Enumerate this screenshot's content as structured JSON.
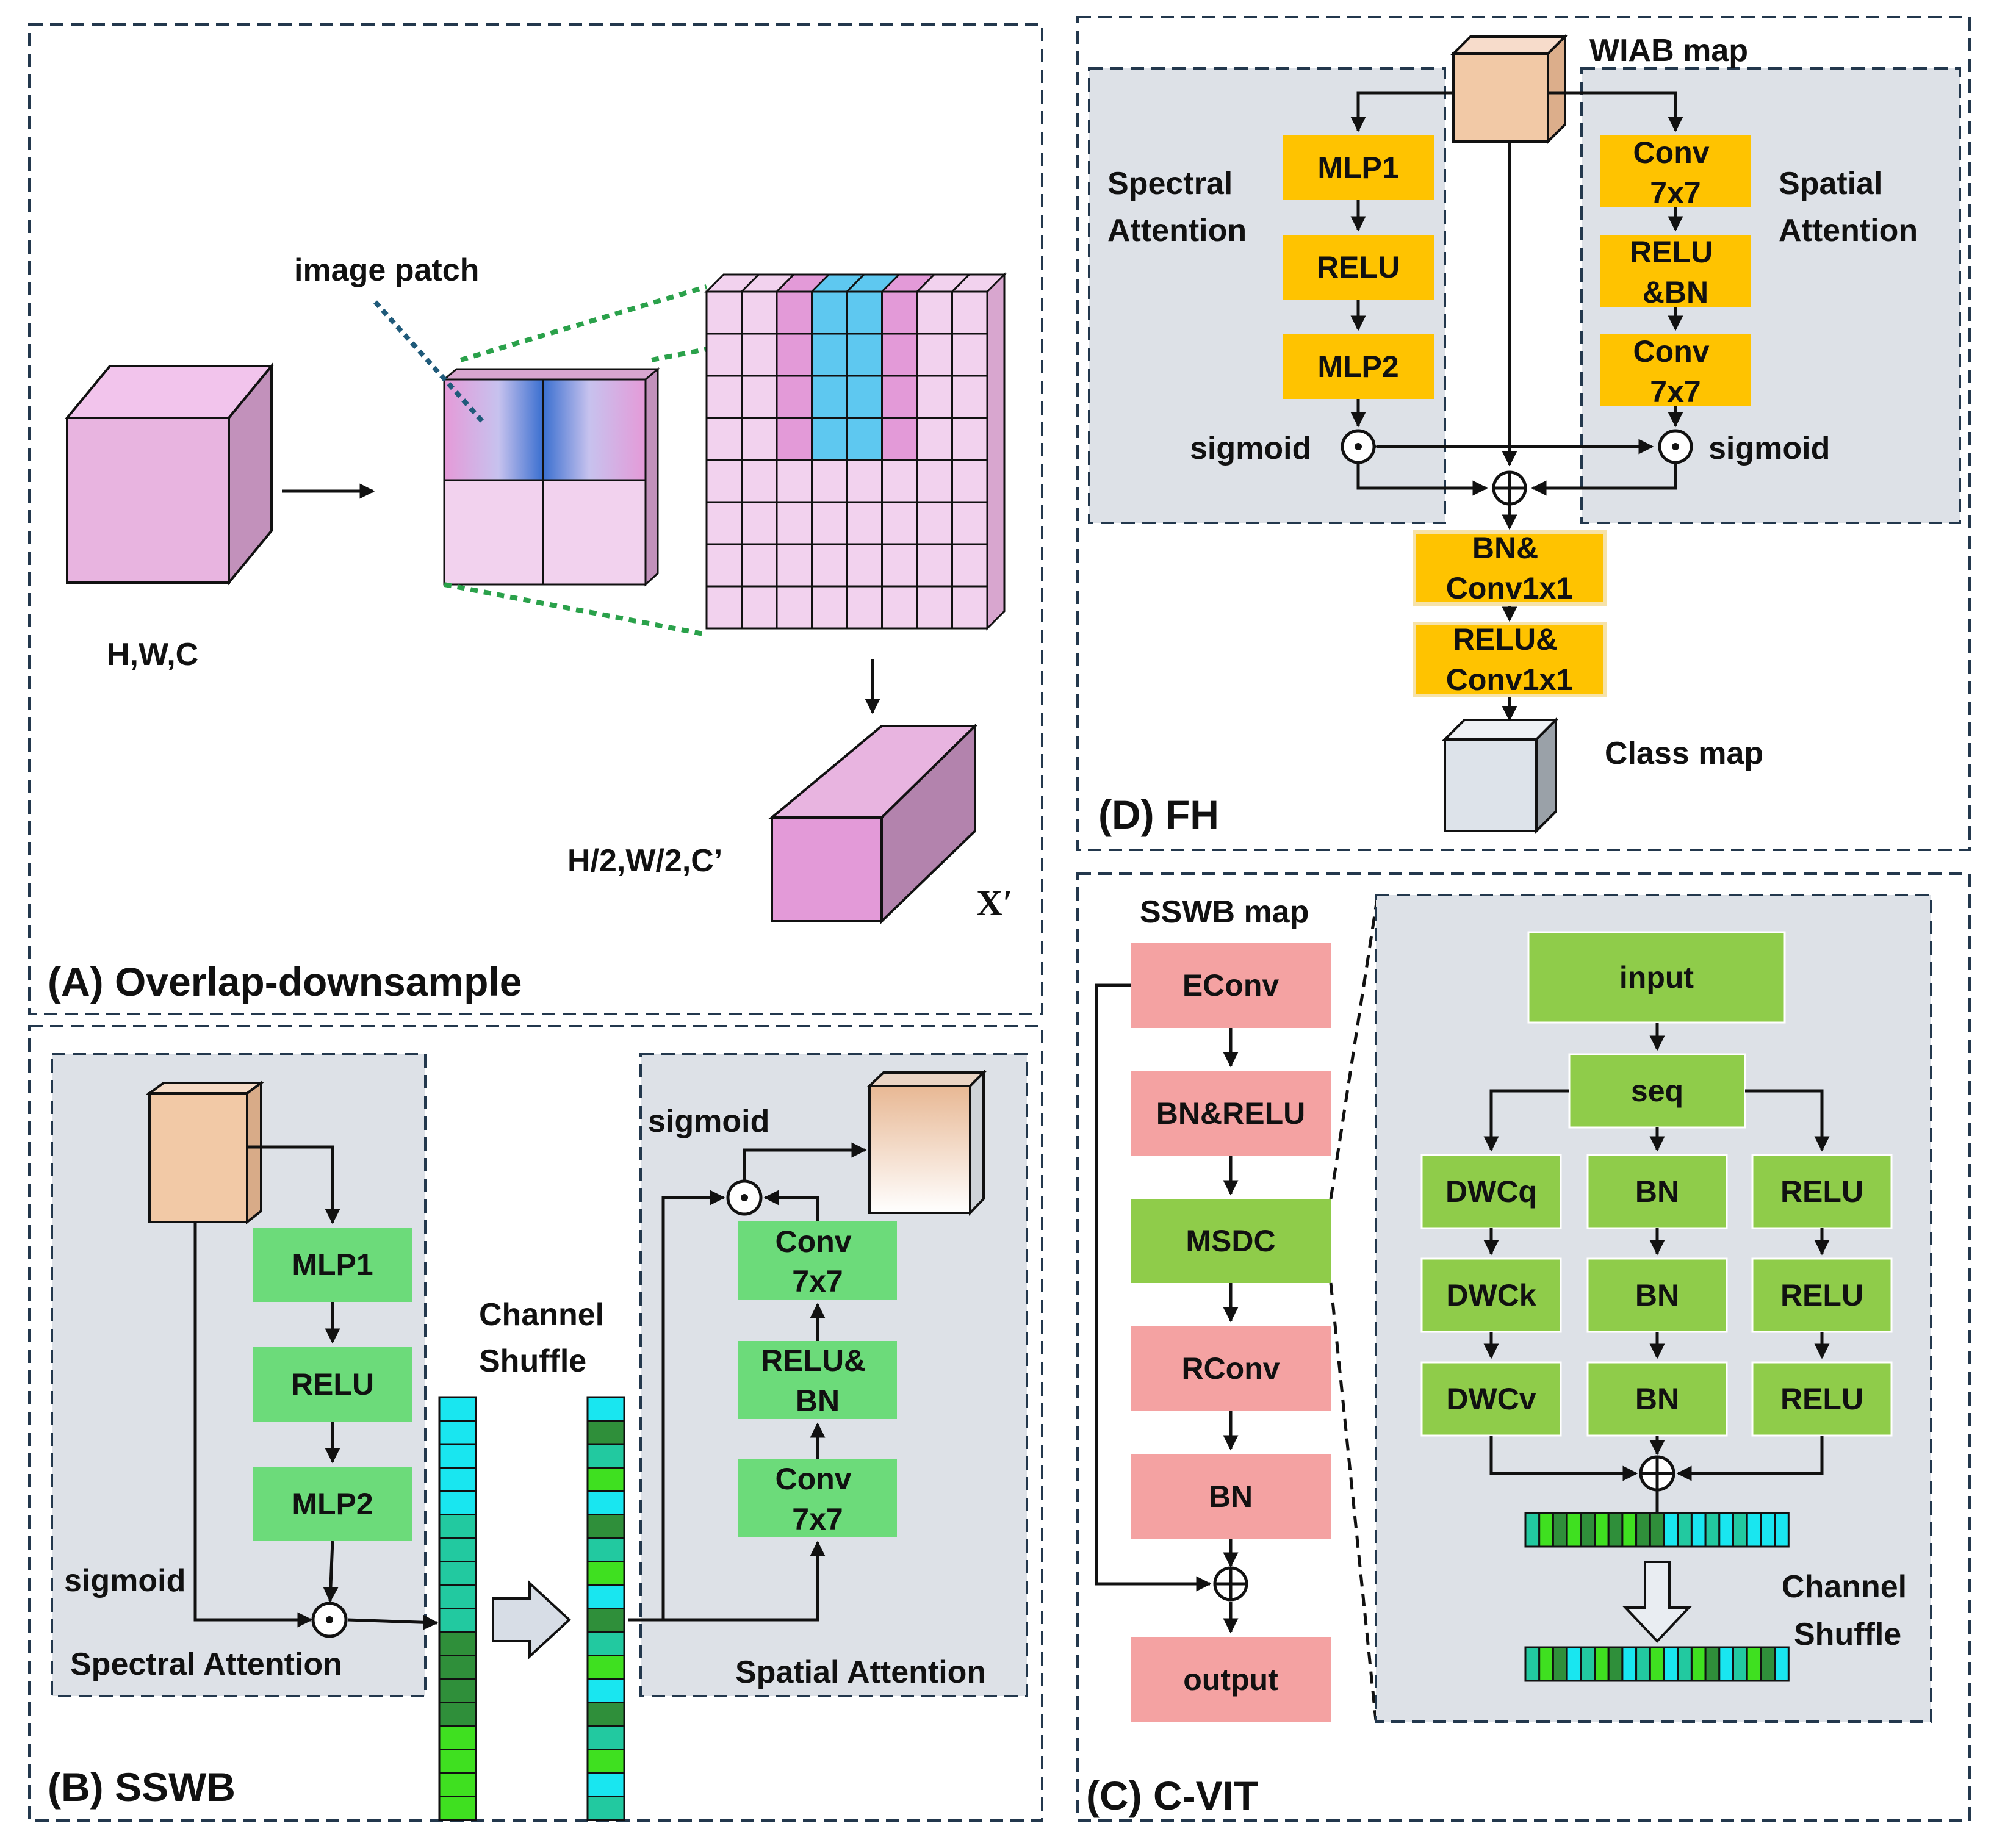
{
  "panel_a": {
    "title": "(A) Overlap-downsample",
    "input_dims": "H,W,C",
    "patch_label": "image patch",
    "output_dims": "H/2,W/2,C’",
    "output_name": "X′"
  },
  "panel_b": {
    "title": "(B) SSWB",
    "spectral": {
      "blocks": [
        "MLP1",
        "RELU",
        "MLP2"
      ],
      "sigmoid": "sigmoid",
      "label": "Spectral Attention"
    },
    "channel_shuffle": "Channel\nShuffle",
    "spatial": {
      "blocks": [
        "Conv\n7x7",
        "RELU&\nBN",
        "Conv\n7x7"
      ],
      "sigmoid": "sigmoid",
      "label": "Spatial Attention"
    }
  },
  "panel_c": {
    "title": "(C) C-VIT",
    "map_label": "SSWB map",
    "chain": [
      "EConv",
      "BN&RELU",
      "MSDC",
      "RConv",
      "BN",
      "output"
    ],
    "msdc": {
      "input": "input",
      "seq": "seq",
      "col_q": [
        "DWCq",
        "DWCk",
        "DWCv"
      ],
      "col_bn": [
        "BN",
        "BN",
        "BN"
      ],
      "col_relu": [
        "RELU",
        "RELU",
        "RELU"
      ],
      "shuffle_label": "Channel\nShuffle"
    }
  },
  "panel_d": {
    "title": "(D) FH",
    "map_label": "WIAB map",
    "spectral": {
      "label": "Spectral\nAttention",
      "blocks": [
        "MLP1",
        "RELU",
        "MLP2"
      ],
      "sigmoid": "sigmoid"
    },
    "spatial": {
      "label": "Spatial\nAttention",
      "blocks": [
        "Conv\n7x7",
        "RELU\n&BN",
        "Conv\n7x7"
      ],
      "sigmoid": "sigmoid"
    },
    "head": [
      "BN&\nConv1x1",
      "RELU&\nConv1x1"
    ],
    "output_label": "Class map"
  },
  "colors": {
    "green_block": "#6cdb7a",
    "yellow_block": "#ffc300",
    "pink_block": "#f4a2a2",
    "lime_block": "#8fcc4a",
    "panel_bg": "#dde1e7",
    "cube_pink": "#e8b4e0",
    "cube_peach": "#f2c9a6",
    "cube_gray": "#dde3ea",
    "patch_blue": "#5ec8f0"
  }
}
